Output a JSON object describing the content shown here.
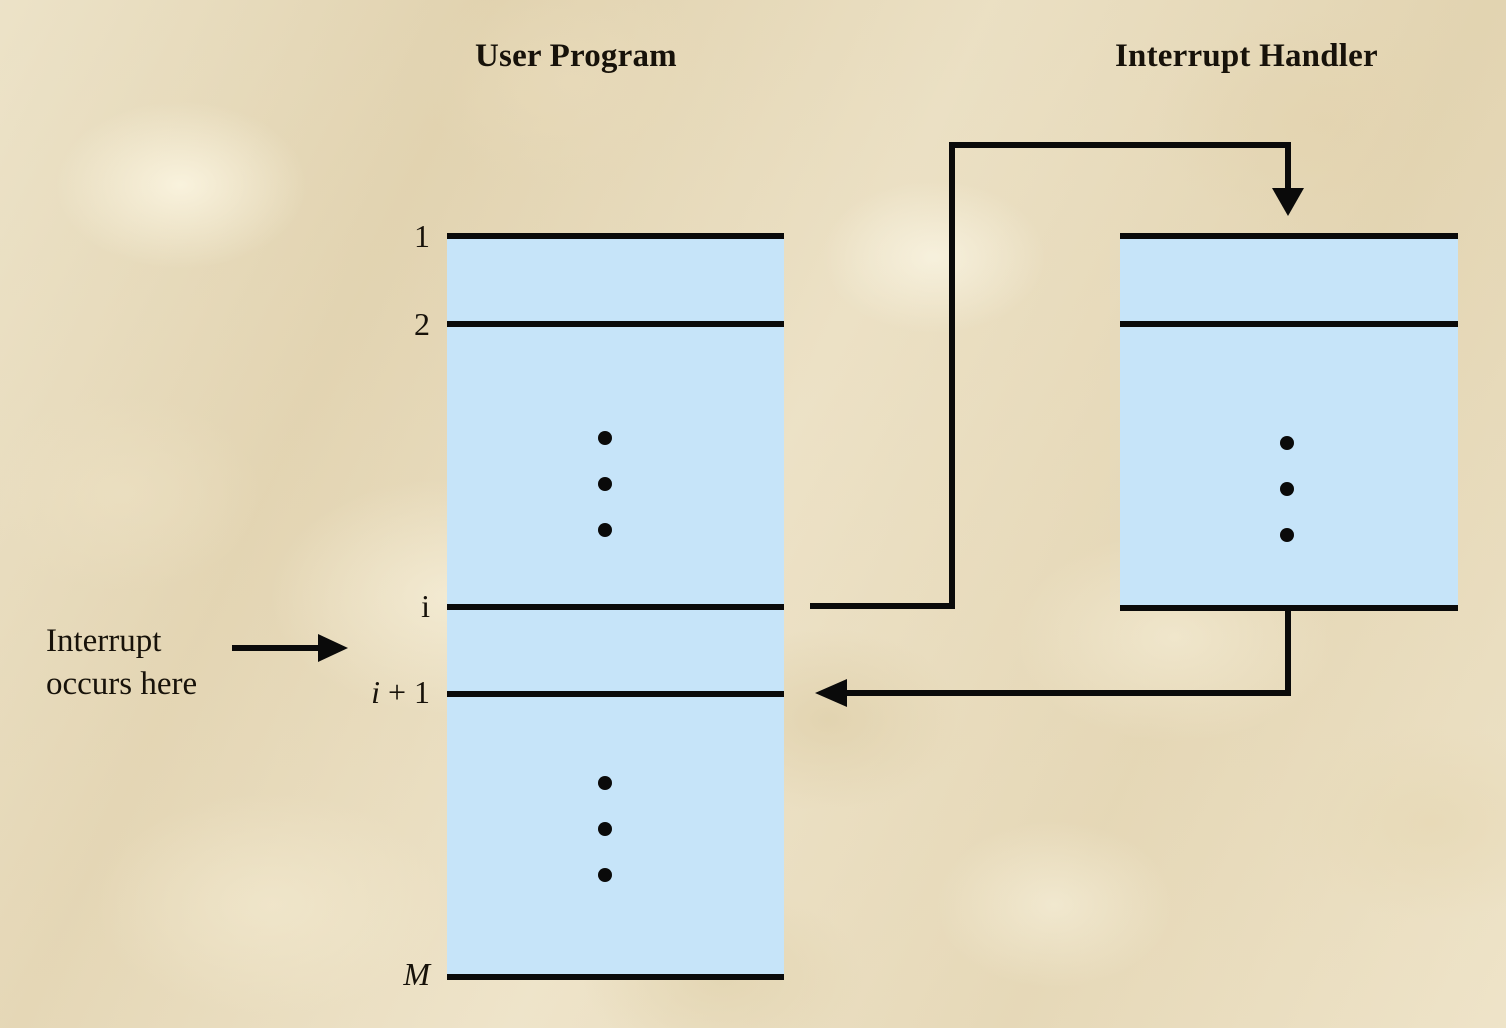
{
  "diagram": {
    "titles": {
      "user_program": "User Program",
      "interrupt_handler": "Interrupt Handler"
    },
    "annotation": {
      "line1": "Interrupt",
      "line2": "occurs here"
    },
    "line_labels": {
      "one": "1",
      "two": "2",
      "i": "i",
      "i_plus_1_var": "i",
      "i_plus_1_op": "+",
      "i_plus_1_num": "1",
      "m": "M"
    },
    "ellipsis_char": "•",
    "colors": {
      "block_fill": "#c6e4f9",
      "rule": "#0a0a0a",
      "text": "#17120a",
      "background": "#e6d9b8"
    }
  }
}
